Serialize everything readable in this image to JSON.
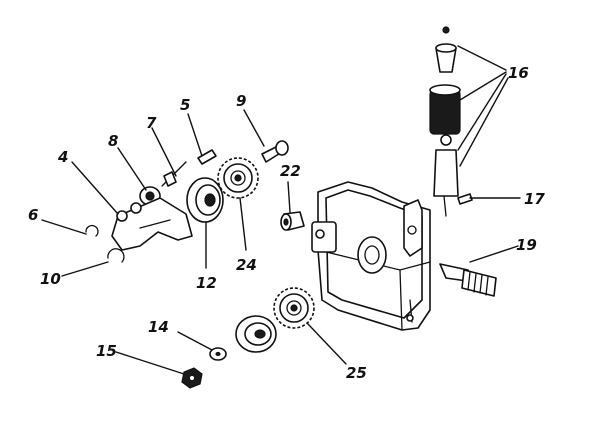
{
  "diagram": {
    "callouts": [
      {
        "id": "c4",
        "label": "4"
      },
      {
        "id": "c5",
        "label": "5"
      },
      {
        "id": "c6",
        "label": "6"
      },
      {
        "id": "c7",
        "label": "7"
      },
      {
        "id": "c8",
        "label": "8"
      },
      {
        "id": "c9",
        "label": "9"
      },
      {
        "id": "c10",
        "label": "10"
      },
      {
        "id": "c12",
        "label": "12"
      },
      {
        "id": "c14",
        "label": "14"
      },
      {
        "id": "c15",
        "label": "15"
      },
      {
        "id": "c16",
        "label": "16"
      },
      {
        "id": "c17",
        "label": "17"
      },
      {
        "id": "c19",
        "label": "19"
      },
      {
        "id": "c22",
        "label": "22"
      },
      {
        "id": "c24",
        "label": "24"
      },
      {
        "id": "c25",
        "label": "25"
      }
    ]
  }
}
